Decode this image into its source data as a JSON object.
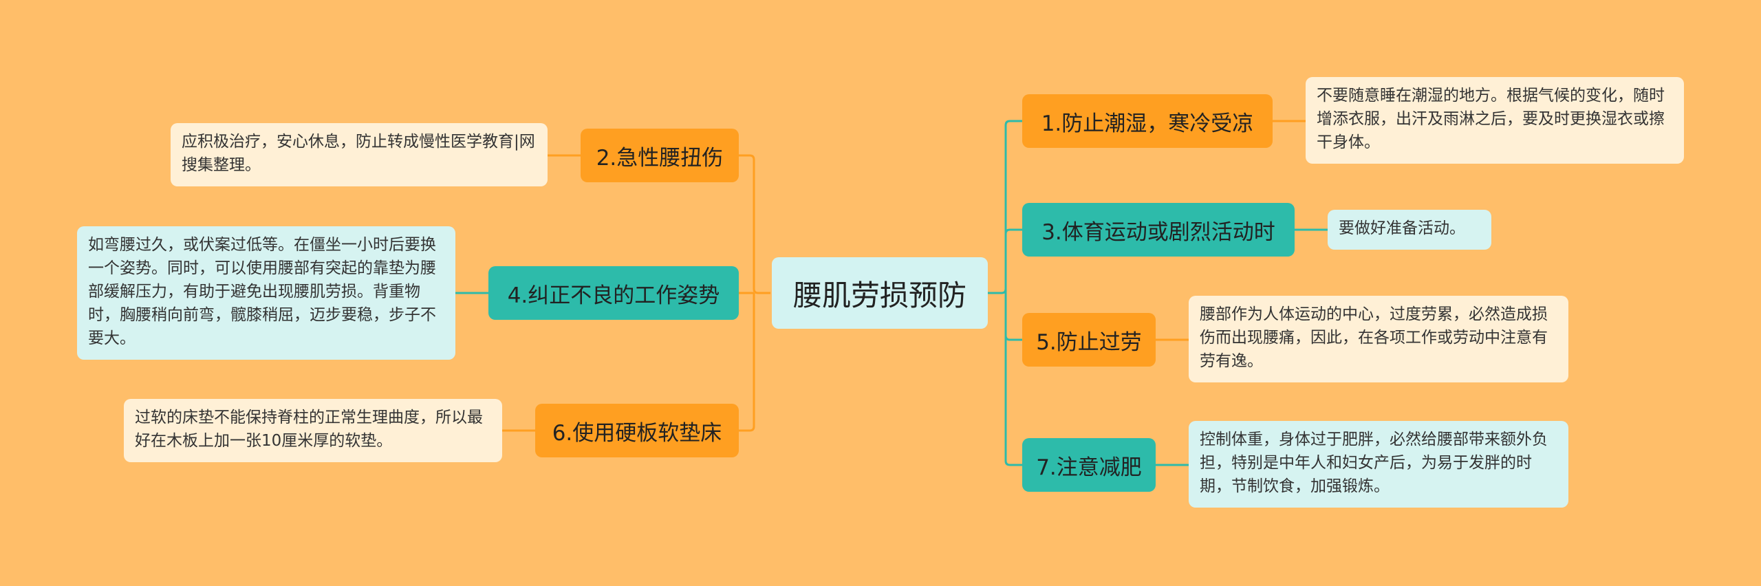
{
  "colors": {
    "background": "#FFBE69",
    "orange_branch": "#FF9F21",
    "teal_branch": "#2DBBAA",
    "center_fill": "#D3F3F2",
    "cream_leaf": "#FFF0D6",
    "mint_leaf": "#D6F3F1",
    "orange_line": "#FF9F21",
    "teal_line": "#2DBBAA"
  },
  "center": {
    "title": "腰肌劳损预防"
  },
  "branches": {
    "b1": {
      "label": "1.防止潮湿，寒冷受凉",
      "note": "不要随意睡在潮湿的地方。根据气候的变化，随时增添衣服，出汗及雨淋之后，要及时更换湿衣或擦干身体。"
    },
    "b2": {
      "label": "2.急性腰扭伤",
      "note": "应积极治疗，安心休息，防止转成慢性医学教育|网搜集整理。"
    },
    "b3": {
      "label": "3.体育运动或剧烈活动时",
      "note": "要做好准备活动。"
    },
    "b4": {
      "label": "4.纠正不良的工作姿势",
      "note": "如弯腰过久，或伏案过低等。在僵坐一小时后要换一个姿势。同时，可以使用腰部有突起的靠垫为腰部缓解压力，有助于避免出现腰肌劳损。背重物时，胸腰稍向前弯，髋膝稍屈，迈步要稳，步子不要大。"
    },
    "b5": {
      "label": "5.防止过劳",
      "note": "腰部作为人体运动的中心，过度劳累，必然造成损伤而出现腰痛，因此，在各项工作或劳动中注意有劳有逸。"
    },
    "b6": {
      "label": "6.使用硬板软垫床",
      "note": "过软的床垫不能保持脊柱的正常生理曲度，所以最好在木板上加一张10厘米厚的软垫。"
    },
    "b7": {
      "label": "7.注意减肥",
      "note": "控制体重，身体过于肥胖，必然给腰部带来额外负担，特别是中年人和妇女产后，为易于发胖的时期，节制饮食，加强锻炼。"
    }
  }
}
